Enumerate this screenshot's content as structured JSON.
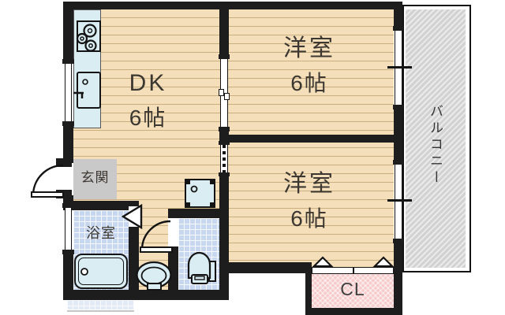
{
  "plan": {
    "rooms": {
      "dk": {
        "name": "DK",
        "size": "6帖"
      },
      "west_top": {
        "name": "洋室",
        "size": "6帖"
      },
      "west_bottom": {
        "name": "洋室",
        "size": "6帖"
      },
      "genkan": {
        "name": "玄関"
      },
      "bath": {
        "name": "浴室"
      },
      "closet": {
        "name": "CL"
      },
      "balcony": {
        "name": "バルコニー"
      }
    },
    "fixtures": [
      "stove-icon",
      "kitchen-sink-icon",
      "washing-machine-pan-icon",
      "bathtub-icon",
      "washbasin-icon",
      "toilet-icon",
      "entrance-door-swing-icon",
      "toilet-door-swing-icon",
      "bathroom-folding-door-icon",
      "closet-folding-door-icon",
      "sliding-door-icon",
      "sliding-window-icon"
    ],
    "colors": {
      "wall": "#1d1d1d",
      "floor": "#f5dfba",
      "floor_line": "#c9ae7f",
      "tile": "#c8d7f0",
      "fixture": "#d9edf3",
      "genkan": "#c9c9c9",
      "balcony": "#d2d2d2",
      "closet": "#f6caca",
      "text": "#3c3831"
    }
  }
}
